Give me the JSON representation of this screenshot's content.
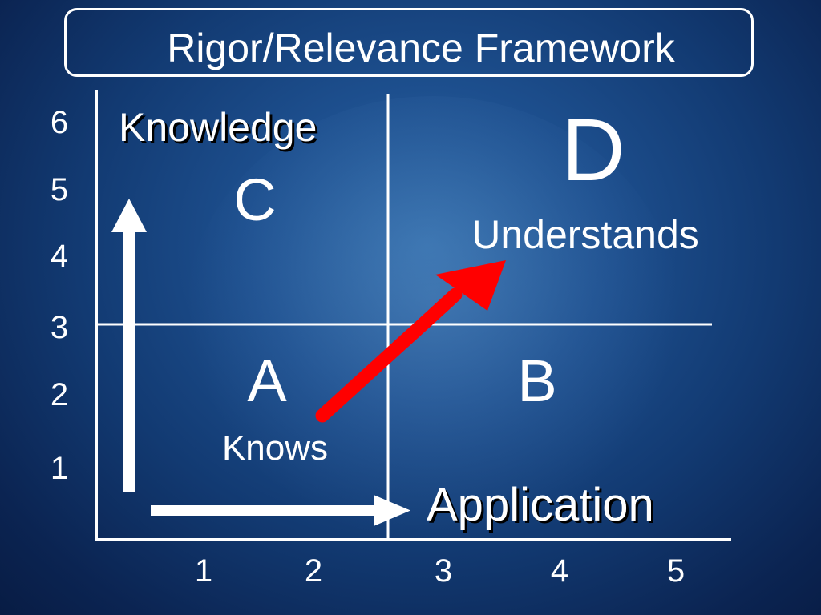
{
  "title": "Rigor/Relevance Framework",
  "y_axis": {
    "label": "Knowledge",
    "ticks": [
      "6",
      "5",
      "4",
      "3",
      "2",
      "1"
    ]
  },
  "x_axis": {
    "label": "Application",
    "ticks": [
      "1",
      "2",
      "3",
      "4",
      "5"
    ]
  },
  "quadrants": {
    "a": {
      "letter": "A",
      "caption": "Knows"
    },
    "b": {
      "letter": "B"
    },
    "c": {
      "letter": "C"
    },
    "d": {
      "letter": "D",
      "caption": "Understands"
    }
  },
  "colors": {
    "background": "#123a72",
    "lines": "#ffffff",
    "diagonal_arrow": "#ff0000"
  }
}
